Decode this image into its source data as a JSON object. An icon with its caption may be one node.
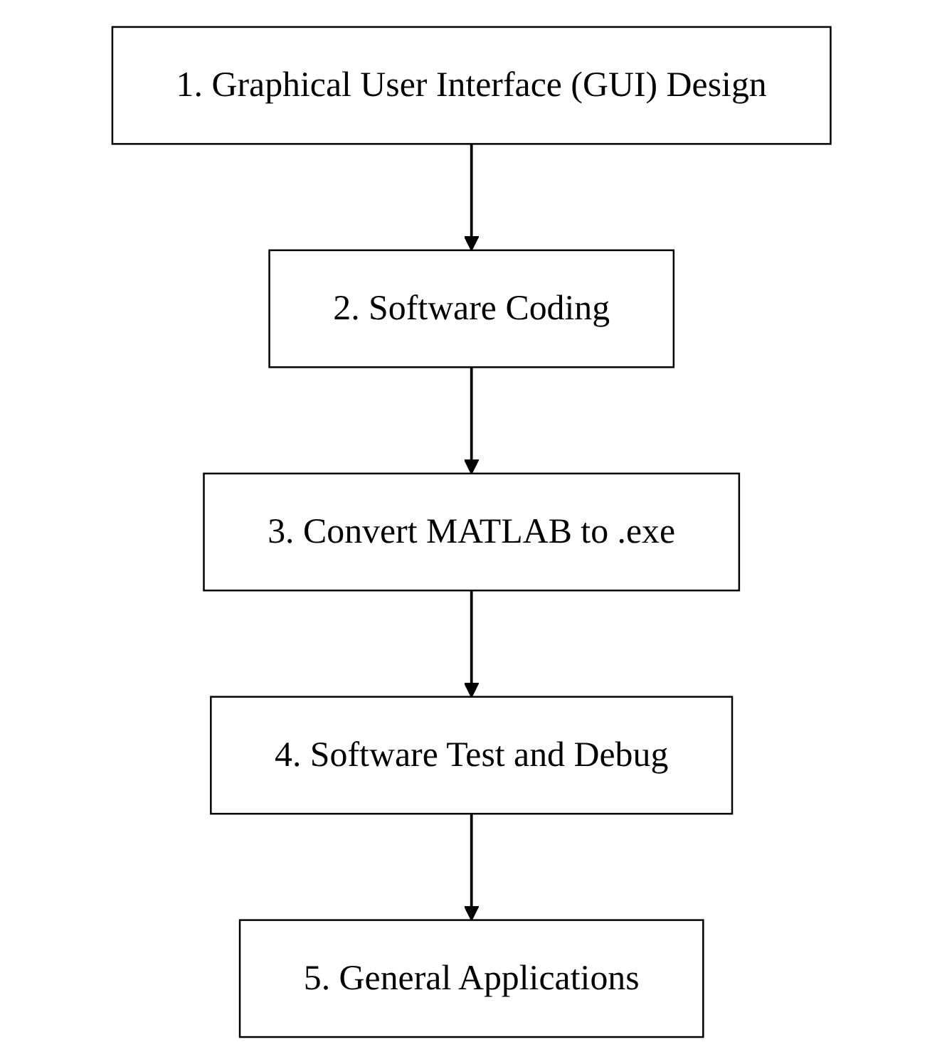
{
  "diagram": {
    "nodes": [
      {
        "text": [
          "1. Graphical User Interface (GUI) Design"
        ]
      },
      {
        "text": [
          "2. Software Coding"
        ]
      },
      {
        "text": [
          "3. Convert MATLAB to .exe"
        ]
      },
      {
        "text": [
          "4. Software Test and Debug"
        ]
      },
      {
        "text": [
          "5. General Applications"
        ]
      }
    ],
    "edges": [
      {
        "from": 0,
        "to": 1,
        "arrow": "to"
      },
      {
        "from": 1,
        "to": 2,
        "arrow": "to"
      },
      {
        "from": 2,
        "to": 3,
        "arrow": "to"
      },
      {
        "from": 3,
        "to": 4,
        "arrow": "to"
      }
    ]
  }
}
